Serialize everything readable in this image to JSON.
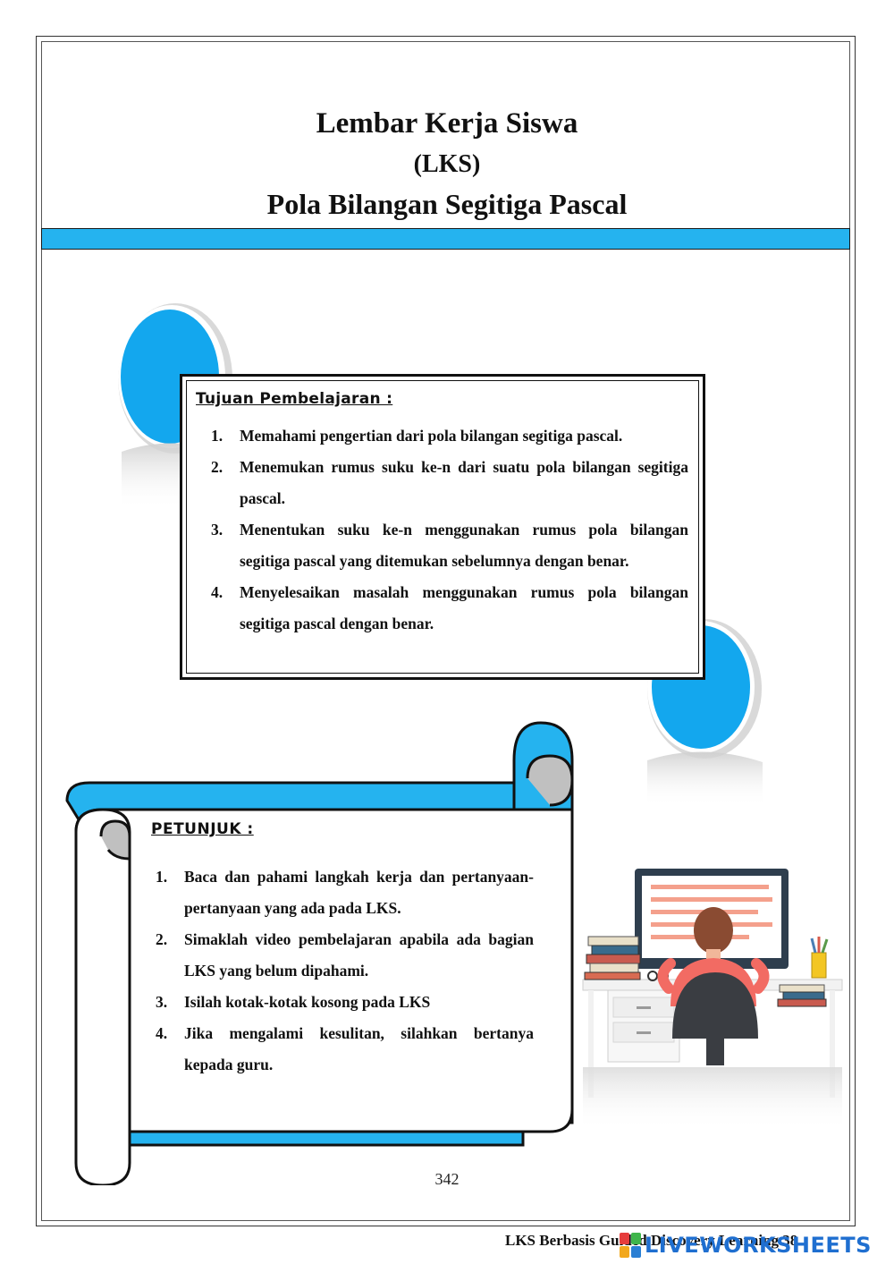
{
  "header": {
    "title_line1": "Lembar Kerja Siswa",
    "title_line2": "(LKS)",
    "title_line3": "Pola Bilangan Segitiga Pascal"
  },
  "tujuan": {
    "heading": "Tujuan Pembelajaran :",
    "items": [
      {
        "num": "1.",
        "text": "Memahami pengertian dari pola bilangan segitiga pascal."
      },
      {
        "num": "2.",
        "text": "Menemukan rumus suku ke-n dari suatu pola bilangan segitiga pascal."
      },
      {
        "num": "3.",
        "text": "Menentukan suku ke-n menggunakan rumus pola bilangan segitiga pascal yang ditemukan sebelumnya dengan benar."
      },
      {
        "num": "4.",
        "text": "Menyelesaikan masalah menggunakan rumus pola bilangan segitiga pascal dengan benar."
      }
    ]
  },
  "petunjuk": {
    "heading": "PETUNJUK :",
    "items": [
      {
        "num": "1.",
        "text": "Baca dan pahami langkah kerja dan pertanyaan-pertanyaan yang ada pada LKS."
      },
      {
        "num": "2.",
        "text": "Simaklah video pembelajaran apabila ada bagian LKS yang belum dipahami."
      },
      {
        "num": "3.",
        "text": "Isilah kotak-kotak kosong pada LKS"
      },
      {
        "num": "4.",
        "text": "Jika mengalami kesulitan, silahkan bertanya kepada guru."
      }
    ]
  },
  "page_number": "342",
  "footer": {
    "text": "LKS Berbasis Guided Discovery Learning 38",
    "watermark": "LIVEWORKSHEETS"
  },
  "colors": {
    "accent_blue": "#25b3ef",
    "circle_blue": "#13a7ee",
    "scroll_gray": "#b8b8b8"
  },
  "icons": [
    "decorative-circle",
    "scroll-banner",
    "student-at-computer-illustration",
    "liveworksheets-logo-icon"
  ]
}
